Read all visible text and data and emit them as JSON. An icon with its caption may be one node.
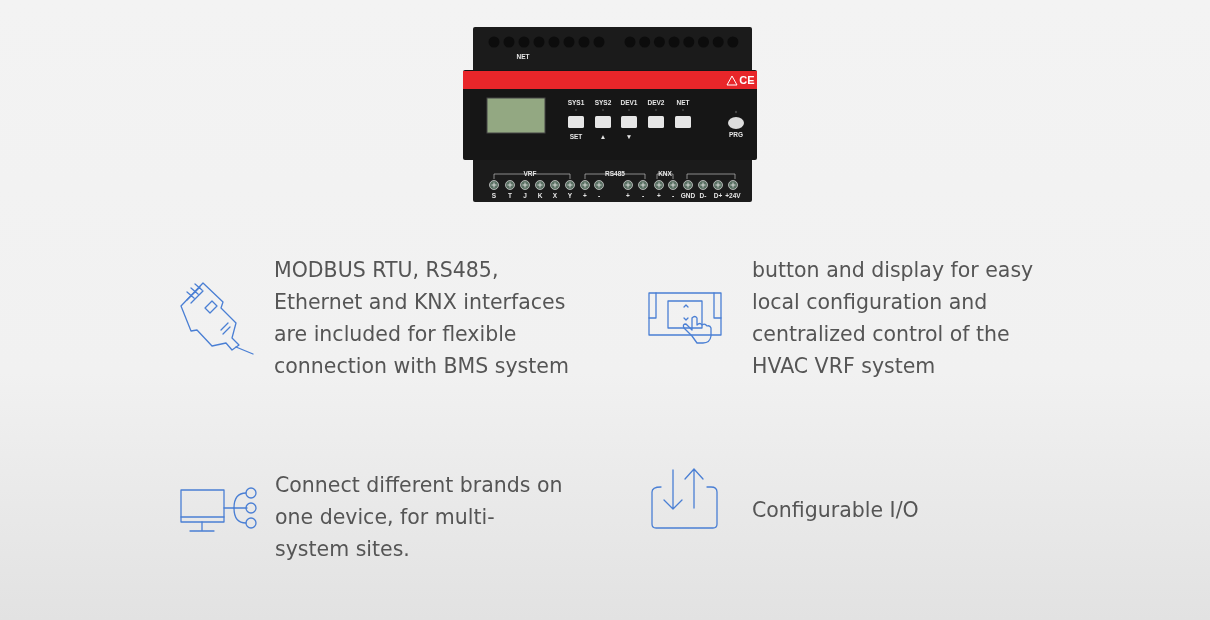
{
  "diagram": {
    "labels": [
      "NET",
      "CE",
      "SYS1",
      "SYS2",
      "DEV1",
      "DEV2",
      "NET",
      "SET",
      "▲",
      "▼",
      "PRG",
      "VRF",
      "RS485",
      "KNX",
      "S",
      "T",
      "J",
      "K",
      "X",
      "Y",
      "+",
      "-",
      "+",
      "-",
      "+",
      "-",
      "GND",
      "D-",
      "D+",
      "+24V",
      "MODBUS RTU, RS485, Ethernet and KNX interfaces are included for flexible connection with BMS system",
      "button and display for easy local configuration and centralized control of the HVAC VRF system",
      "Connect different brands on one device, for multi-system sites.",
      "Configurable I/O"
    ]
  }
}
